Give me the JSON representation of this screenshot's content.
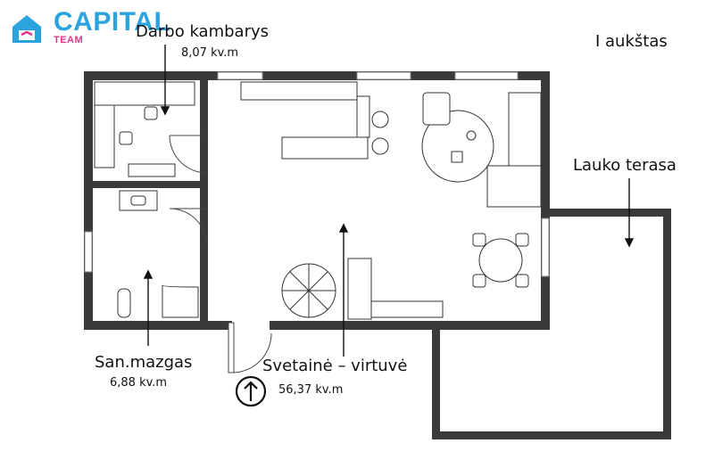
{
  "brand": {
    "name": "CAPITAL",
    "sub": "TEAM",
    "colors": {
      "primary": "#2aa3df",
      "accent": "#e0338a"
    }
  },
  "floor": {
    "label": "I aukštas"
  },
  "rooms": {
    "study": {
      "name": "Darbo kambarys",
      "area": "8,07 kv.m"
    },
    "bathroom": {
      "name": "San.mazgas",
      "area": "6,88 kv.m"
    },
    "living": {
      "name": "Svetainė – virtuvė",
      "area": "56,37 kv.m"
    },
    "terrace": {
      "name": "Lauko terasa"
    }
  },
  "icons": {
    "entrance": "up-arrow-in-circle-icon",
    "logo": "house-icon"
  },
  "colors": {
    "wall": "#3a3a3a",
    "window": "#bfbfbf",
    "line": "#111111"
  }
}
